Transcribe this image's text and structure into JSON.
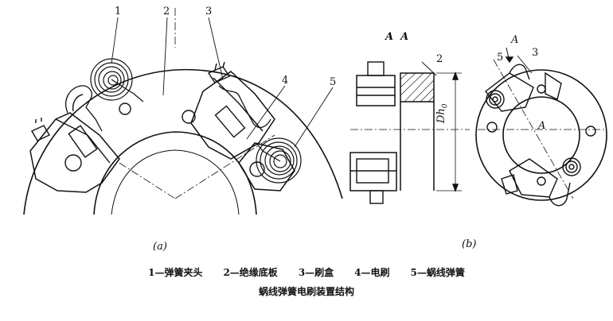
{
  "figure_a": {
    "callouts": [
      "1",
      "2",
      "3",
      "4",
      "5"
    ],
    "sublabel": "(a)"
  },
  "figure_b": {
    "section_label": "A  A",
    "callout_2": "2",
    "dim_label": "Dh",
    "dim_subscript": "0",
    "callout_5": "5",
    "callout_3": "3",
    "arrow_A": "A",
    "center_A": "A",
    "sublabel": "(b)"
  },
  "legend": [
    "1—弹簧夹头",
    "2—绝缘底板",
    "3—刷盒",
    "4—电刷",
    "5—蜗线弹簧"
  ],
  "caption": "蜗线弹簧电刷装置结构"
}
